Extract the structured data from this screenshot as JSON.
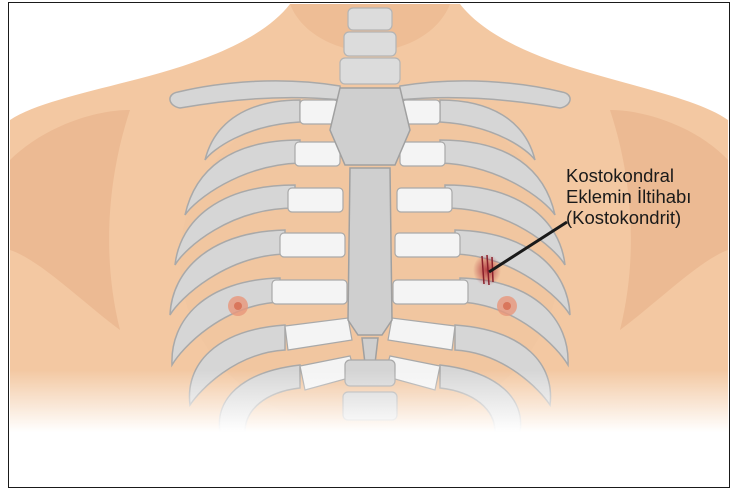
{
  "figure": {
    "title": "",
    "callout": {
      "line1": "Kostokondral",
      "line2": "Eklemin İltihabı",
      "line3": "(Kostokondrit)"
    },
    "colors": {
      "skin": "#f3c8a2",
      "skin_shadow": "#e8b089",
      "bone": "#d6d6d6",
      "bone_outline": "#a9a9a9",
      "cartilage": "#f4f4f4",
      "inflammation": "#b0323a",
      "nipple": "#e8967a",
      "frame_border": "#1a1a1a"
    },
    "icons": [
      "rib-cage-illustration",
      "inflamed-joint-marker",
      "callout-pointer"
    ]
  }
}
